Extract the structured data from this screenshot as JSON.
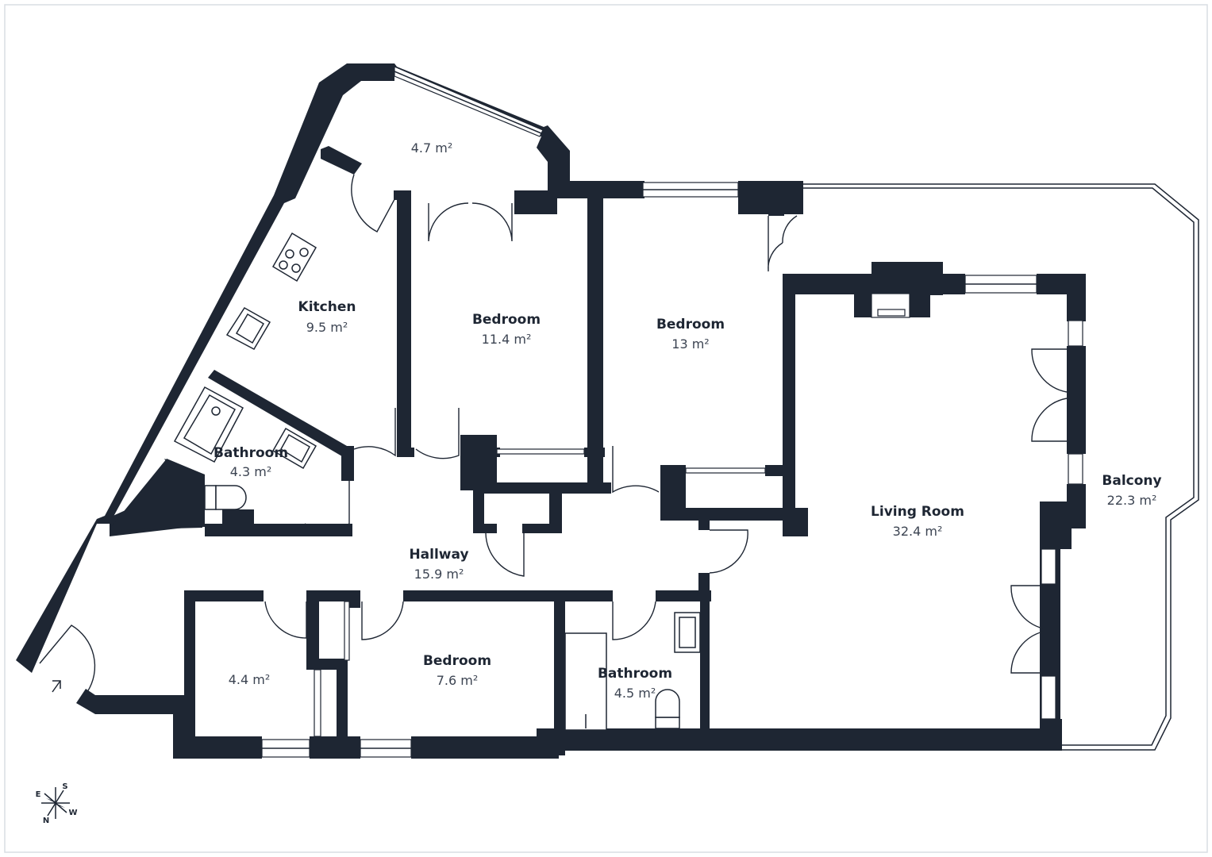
{
  "rooms": {
    "upper_nook": {
      "name": "",
      "area": "4.7 m²"
    },
    "kitchen": {
      "name": "Kitchen",
      "area": "9.5 m²"
    },
    "bedroom_1": {
      "name": "Bedroom",
      "area": "11.4 m²"
    },
    "bedroom_2": {
      "name": "Bedroom",
      "area": "13 m²"
    },
    "bathroom_1": {
      "name": "Bathroom",
      "area": "4.3 m²"
    },
    "hallway": {
      "name": "Hallway",
      "area": "15.9 m²"
    },
    "living_room": {
      "name": "Living Room",
      "area": "32.4 m²"
    },
    "balcony": {
      "name": "Balcony",
      "area": "22.3 m²"
    },
    "storage": {
      "name": "",
      "area": "4.4 m²"
    },
    "bedroom_3": {
      "name": "Bedroom",
      "area": "7.6 m²"
    },
    "bathroom_2": {
      "name": "Bathroom",
      "area": "4.5 m²"
    }
  },
  "compass": {
    "s": "S",
    "e": "E",
    "n": "N",
    "w": "W"
  },
  "icons": {
    "entrance": "entrance-arrow-icon",
    "compass": "compass-rose-icon"
  },
  "colors": {
    "wall": "#1e2633",
    "background": "#ffffff",
    "frame": "#d9dde3"
  }
}
